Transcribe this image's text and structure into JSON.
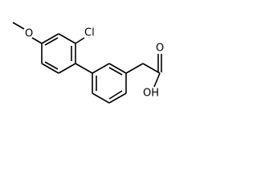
{
  "molecule": {
    "atoms": {
      "cl": "Cl",
      "o_methoxy": "O",
      "o_carbonyl": "O",
      "oh": "OH"
    }
  }
}
